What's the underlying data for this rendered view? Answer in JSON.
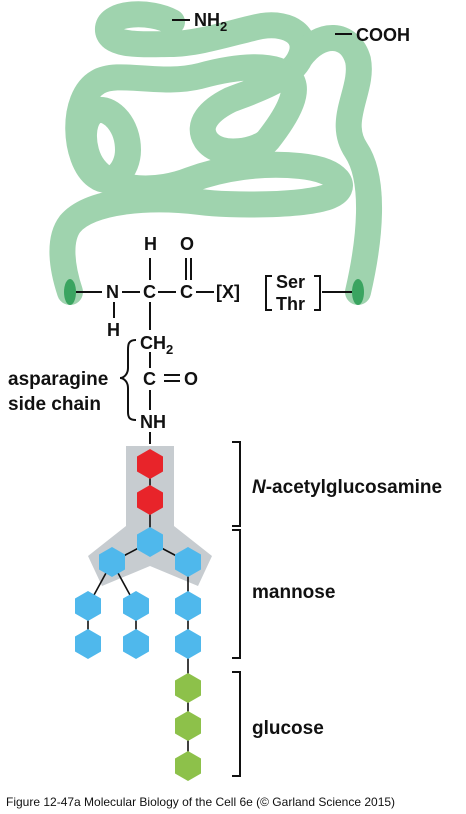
{
  "colors": {
    "protein": "#9fd3ae",
    "protein_end": "#3aa460",
    "n_acetylglucosamine": "#e8242a",
    "mannose": "#4fb8ec",
    "glucose": "#8dc14a",
    "core_shadow": "#c7ccd0",
    "text": "#111111"
  },
  "protein": {
    "nh2_label": "NH",
    "nh2_sub": "2",
    "cooh_label": "COOH"
  },
  "backbone": {
    "h_top": "H",
    "o_top": "O",
    "n": "N",
    "c_alpha": "C",
    "c_carbonyl": "C",
    "x": "[X]",
    "h_bottom": "H",
    "ser": "Ser",
    "thr": "Thr"
  },
  "side_chain": {
    "ch2": "CH",
    "ch2_sub": "2",
    "c": "C",
    "o": "O",
    "nh": "NH",
    "label_line1": "asparagine",
    "label_line2": "side chain"
  },
  "glycan": {
    "n_acetylglucosamine_italic": "N",
    "n_acetylglucosamine_rest": "-acetylglucosamine",
    "mannose_label": "mannose",
    "glucose_label": "glucose",
    "counts": {
      "n_acetylglucosamine": 2,
      "mannose": 9,
      "glucose": 3
    }
  },
  "caption": "Figure 12-47a  Molecular Biology of the Cell 6e (© Garland Science 2015)"
}
